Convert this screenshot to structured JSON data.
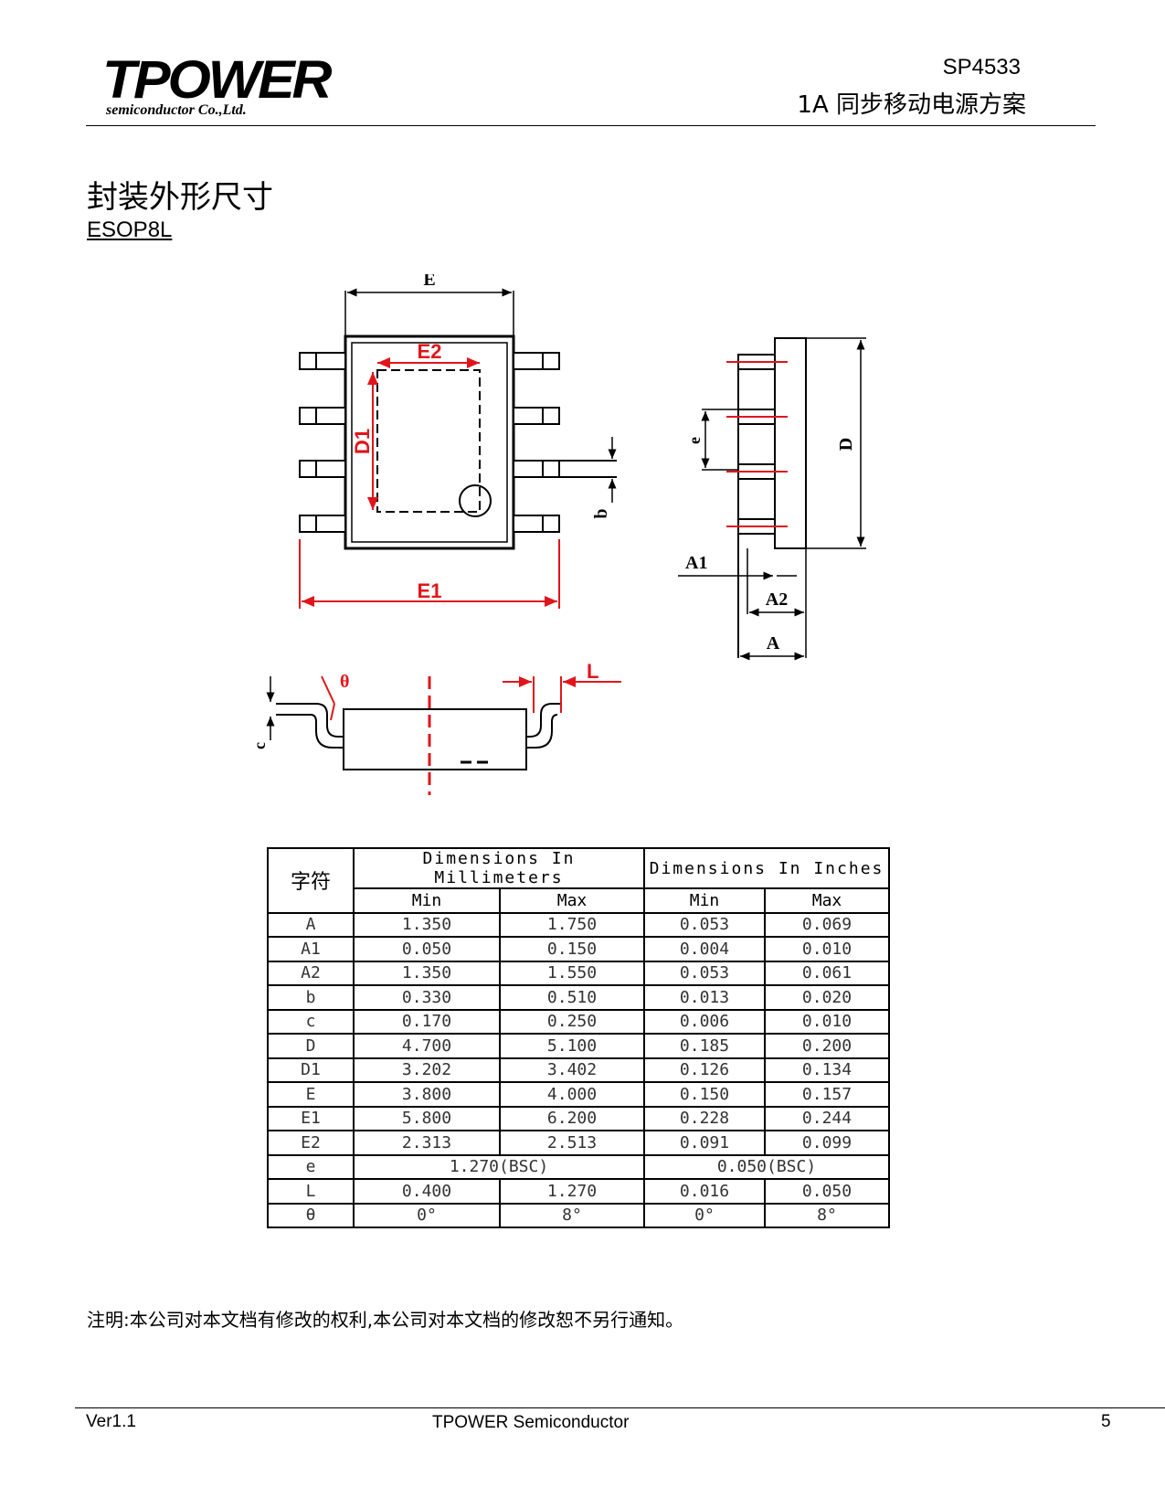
{
  "header": {
    "logo_text": "TPOWER",
    "logo_subtext": "semiconductor Co.,Ltd.",
    "doc_code": "SP4533",
    "doc_title": "1A 同步移动电源方案"
  },
  "section": {
    "title": "封装外形尺寸",
    "package_name": "ESOP8L"
  },
  "drawing_labels": {
    "E": "E",
    "E1": "E1",
    "E2": "E2",
    "D1": "D1",
    "b": "b",
    "e": "e",
    "D": "D",
    "A1": "A1",
    "A2": "A2",
    "A": "A",
    "theta": "θ",
    "L": "L",
    "c": "c"
  },
  "colors": {
    "dimension_red": "#e0151b"
  },
  "table": {
    "symbol_header": "字符",
    "mm_header": "Dimensions In Millimeters",
    "in_header": "Dimensions In Inches",
    "min_label": "Min",
    "max_label": "Max",
    "rows": [
      {
        "symbol": "A",
        "mm_min": "1.350",
        "mm_max": "1.750",
        "in_min": "0.053",
        "in_max": "0.069"
      },
      {
        "symbol": "A1",
        "mm_min": "0.050",
        "mm_max": "0.150",
        "in_min": "0.004",
        "in_max": "0.010"
      },
      {
        "symbol": "A2",
        "mm_min": "1.350",
        "mm_max": "1.550",
        "in_min": "0.053",
        "in_max": "0.061"
      },
      {
        "symbol": "b",
        "mm_min": "0.330",
        "mm_max": "0.510",
        "in_min": "0.013",
        "in_max": "0.020"
      },
      {
        "symbol": "c",
        "mm_min": "0.170",
        "mm_max": "0.250",
        "in_min": "0.006",
        "in_max": "0.010"
      },
      {
        "symbol": "D",
        "mm_min": "4.700",
        "mm_max": "5.100",
        "in_min": "0.185",
        "in_max": "0.200"
      },
      {
        "symbol": "D1",
        "mm_min": "3.202",
        "mm_max": "3.402",
        "in_min": "0.126",
        "in_max": "0.134"
      },
      {
        "symbol": "E",
        "mm_min": "3.800",
        "mm_max": "4.000",
        "in_min": "0.150",
        "in_max": "0.157"
      },
      {
        "symbol": "E1",
        "mm_min": "5.800",
        "mm_max": "6.200",
        "in_min": "0.228",
        "in_max": "0.244"
      },
      {
        "symbol": "E2",
        "mm_min": "2.313",
        "mm_max": "2.513",
        "in_min": "0.091",
        "in_max": "0.099"
      },
      {
        "symbol": "e",
        "mm_bsc": "1.270(BSC)",
        "in_bsc": "0.050(BSC)"
      },
      {
        "symbol": "L",
        "mm_min": "0.400",
        "mm_max": "1.270",
        "in_min": "0.016",
        "in_max": "0.050"
      },
      {
        "symbol": "θ",
        "mm_min": "0°",
        "mm_max": "8°",
        "in_min": "0°",
        "in_max": "8°"
      }
    ]
  },
  "note": "注明:本公司对本文档有修改的权利,本公司对本文档的修改恕不另行通知。",
  "footer": {
    "version": "Ver1.1",
    "company": "TPOWER Semiconductor",
    "page": "5"
  }
}
